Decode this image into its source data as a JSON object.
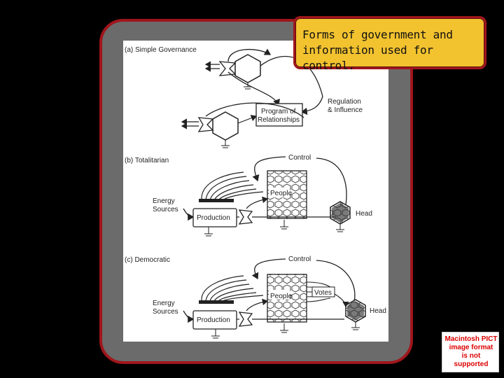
{
  "callout": {
    "line1": "Forms of government and",
    "line2": "information used for control."
  },
  "figure": {
    "panel_a": {
      "title": "(a)  Simple Governance",
      "regulation_1": "Regulation",
      "regulation_2": "& Influence",
      "program_1": "Program of",
      "program_2": "Relationships"
    },
    "panel_b": {
      "title": "(b)  Totalitarian",
      "control": "Control",
      "people": "People",
      "energy_1": "Energy",
      "energy_2": "Sources",
      "production": "Production",
      "head": "Head"
    },
    "panel_c": {
      "title": "(c)  Democratic",
      "control": "Control",
      "people": "People",
      "votes": "Votes",
      "energy_1": "Energy",
      "energy_2": "Sources",
      "production": "Production",
      "head": "Head"
    }
  },
  "placeholder": {
    "line1": "Macintosh PICT",
    "line2": "image format",
    "line3": "is not supported"
  }
}
